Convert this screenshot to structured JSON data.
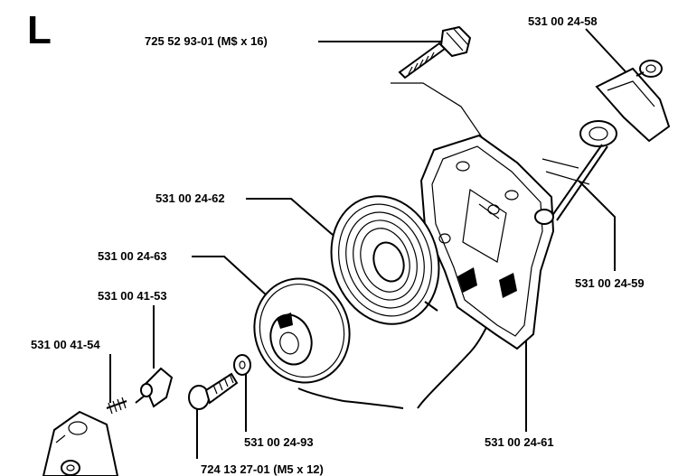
{
  "section_letter": "L",
  "labels": {
    "bolt_top": "725 52 93-01 (M$ x 16)",
    "handle": "531 00 24-58",
    "spring": "531 00 24-62",
    "pulley": "531 00 24-63",
    "pawl": "531 00 41-53",
    "pawl_spring": "531 00 41-54",
    "rope": "531 00 24-59",
    "washer": "531 00 24-93",
    "housing": "531 00 24-61",
    "screw_bottom": "724 13 27-01 (M5 x 12)"
  }
}
